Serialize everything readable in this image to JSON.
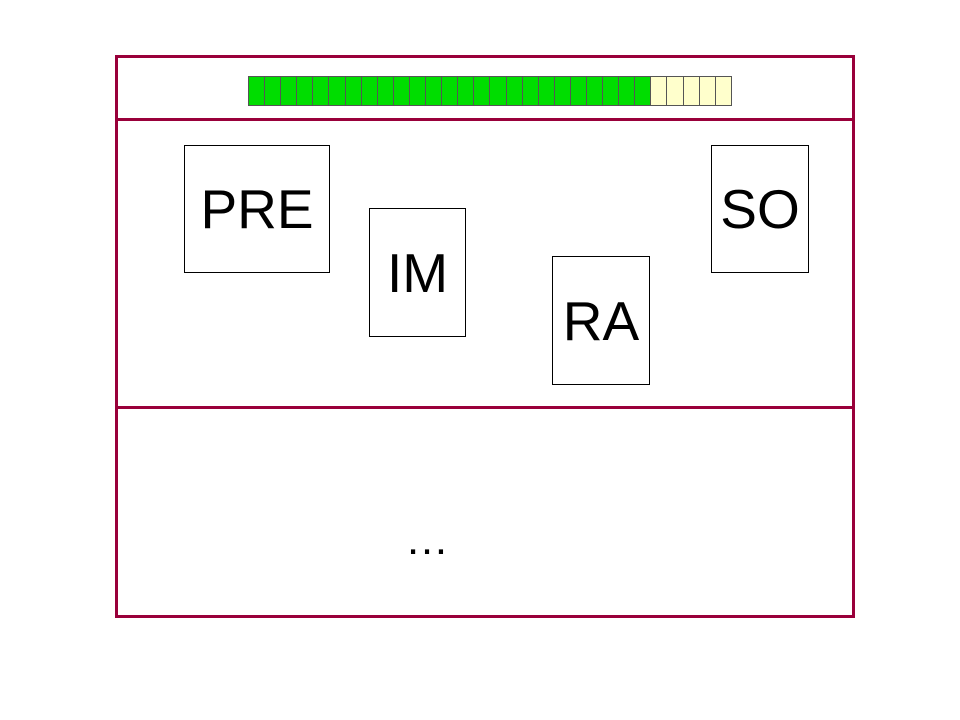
{
  "colors": {
    "frame": "#99003a",
    "segment_done": "#00dd00",
    "segment_todo": "#ffffcc"
  },
  "progress": {
    "total_segments": 30,
    "completed_segments": 25
  },
  "cards": [
    {
      "label": "PRE"
    },
    {
      "label": "IM"
    },
    {
      "label": "RA"
    },
    {
      "label": "SO"
    }
  ],
  "bottom": {
    "text": "…"
  }
}
